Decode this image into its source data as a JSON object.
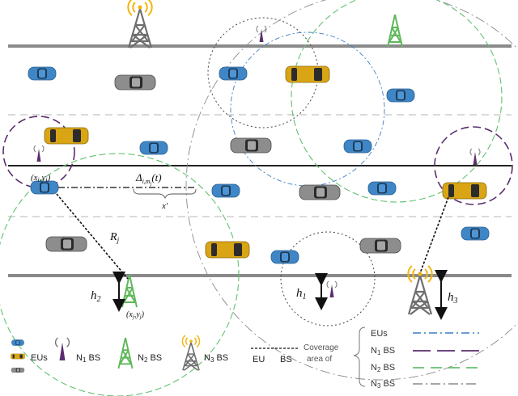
{
  "diagram": {
    "labels": {
      "eu_position": "(x",
      "eu_position_sub": "i",
      "eu_position_y": ",y",
      "eu_position_close": ")",
      "delta": "Δ",
      "delta_sub": "i,m",
      "delta_sub2": "j",
      "delta_arg": "(t)",
      "x_prime": "x'",
      "radius": "R",
      "radius_sub": "j",
      "bs_position": "(x",
      "bs_position_sub": "j",
      "bs_position_y": ",y",
      "bs_position_close": ")",
      "h1": "h",
      "h1_sub": "1",
      "h2": "h",
      "h2_sub": "2",
      "h3": "h",
      "h3_sub": "3"
    },
    "legend": {
      "eus_label": "EUs",
      "n1_label": "N",
      "n1_sub": "1",
      "n1_suffix": " BS",
      "n2_label": "N",
      "n2_sub": "2",
      "n2_suffix": " BS",
      "n3_label": "N",
      "n3_sub": "3",
      "n3_suffix": " BS",
      "eu_bs_eu": "EU",
      "eu_bs_bs": "BS",
      "coverage_line1": "Coverage",
      "coverage_line2": "area of",
      "cov_eus": "EUs",
      "cov_n1_pre": "N",
      "cov_n1_sub": "1",
      "cov_n1_post": " BS",
      "cov_n2_pre": "N",
      "cov_n2_sub": "2",
      "cov_n2_post": " BS",
      "cov_n3_pre": "N",
      "cov_n3_sub": "3",
      "cov_n3_post": " BS"
    },
    "colors": {
      "road_edge": "#8a8a8a",
      "center_line": "#222222",
      "lane_dash": "#b5b5b5",
      "car_blue": "#3f86c6",
      "car_yellow": "#d9a514",
      "car_gray": "#8d8d8d",
      "n1_color": "#5b2d6e",
      "n2_color": "#5fb85a",
      "n3_color": "#f2b50f",
      "tower_gray": "#6e6e6e",
      "eu_cov": "#3d7fc4",
      "n2_cov": "#63c070",
      "n3_cov": "#8a8a8a"
    }
  }
}
